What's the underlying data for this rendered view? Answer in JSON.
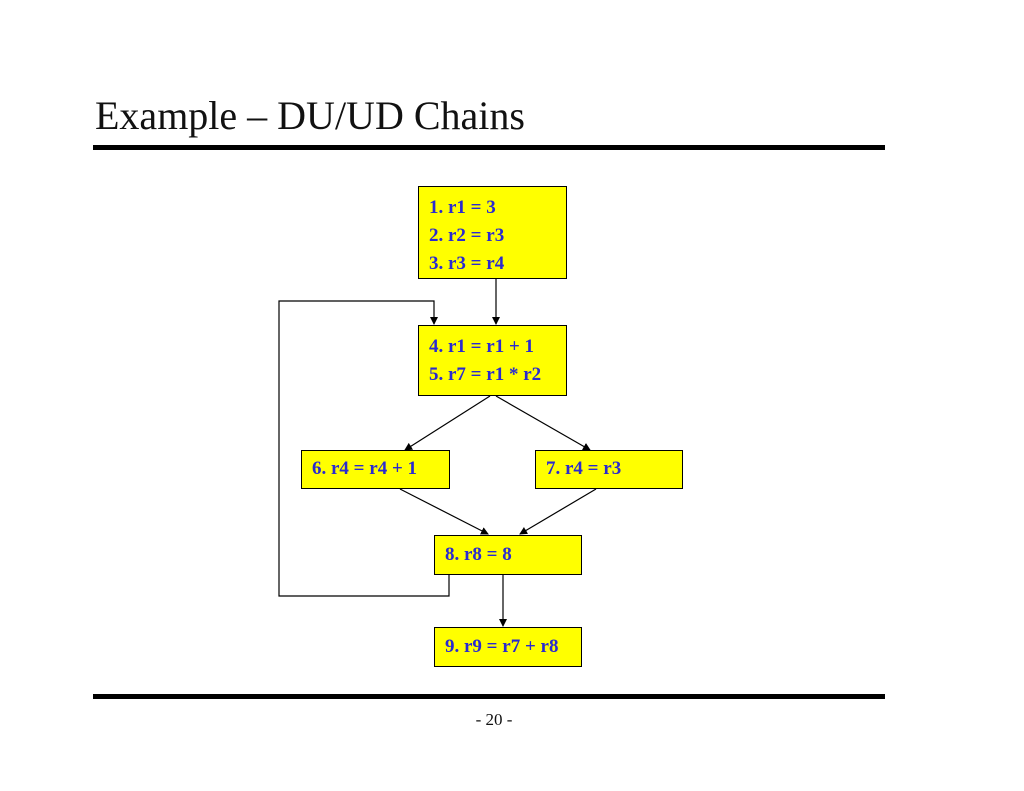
{
  "slide": {
    "title": "Example – DU/UD Chains",
    "page_number": "- 20 -"
  },
  "diagram": {
    "block_fill": "#ffff00",
    "text_color": "#2a2ad0",
    "blocks": [
      {
        "id": "B1",
        "statements": [
          "1. r1 = 3",
          "2. r2 = r3",
          "3. r3 = r4"
        ]
      },
      {
        "id": "B2",
        "statements": [
          "4. r1 = r1 + 1",
          "5. r7 = r1 * r2"
        ]
      },
      {
        "id": "B3",
        "statements": [
          "6. r4 = r4 + 1"
        ]
      },
      {
        "id": "B4",
        "statements": [
          "7. r4 = r3"
        ]
      },
      {
        "id": "B5",
        "statements": [
          "8. r8 = 8"
        ]
      },
      {
        "id": "B6",
        "statements": [
          "9. r9 = r7 + r8"
        ]
      }
    ],
    "edges": [
      {
        "from": "B1",
        "to": "B2"
      },
      {
        "from": "B2",
        "to": "B3"
      },
      {
        "from": "B2",
        "to": "B4"
      },
      {
        "from": "B3",
        "to": "B5"
      },
      {
        "from": "B4",
        "to": "B5"
      },
      {
        "from": "B5",
        "to": "B6"
      },
      {
        "from": "B5",
        "to": "B2",
        "kind": "back-edge"
      }
    ]
  }
}
